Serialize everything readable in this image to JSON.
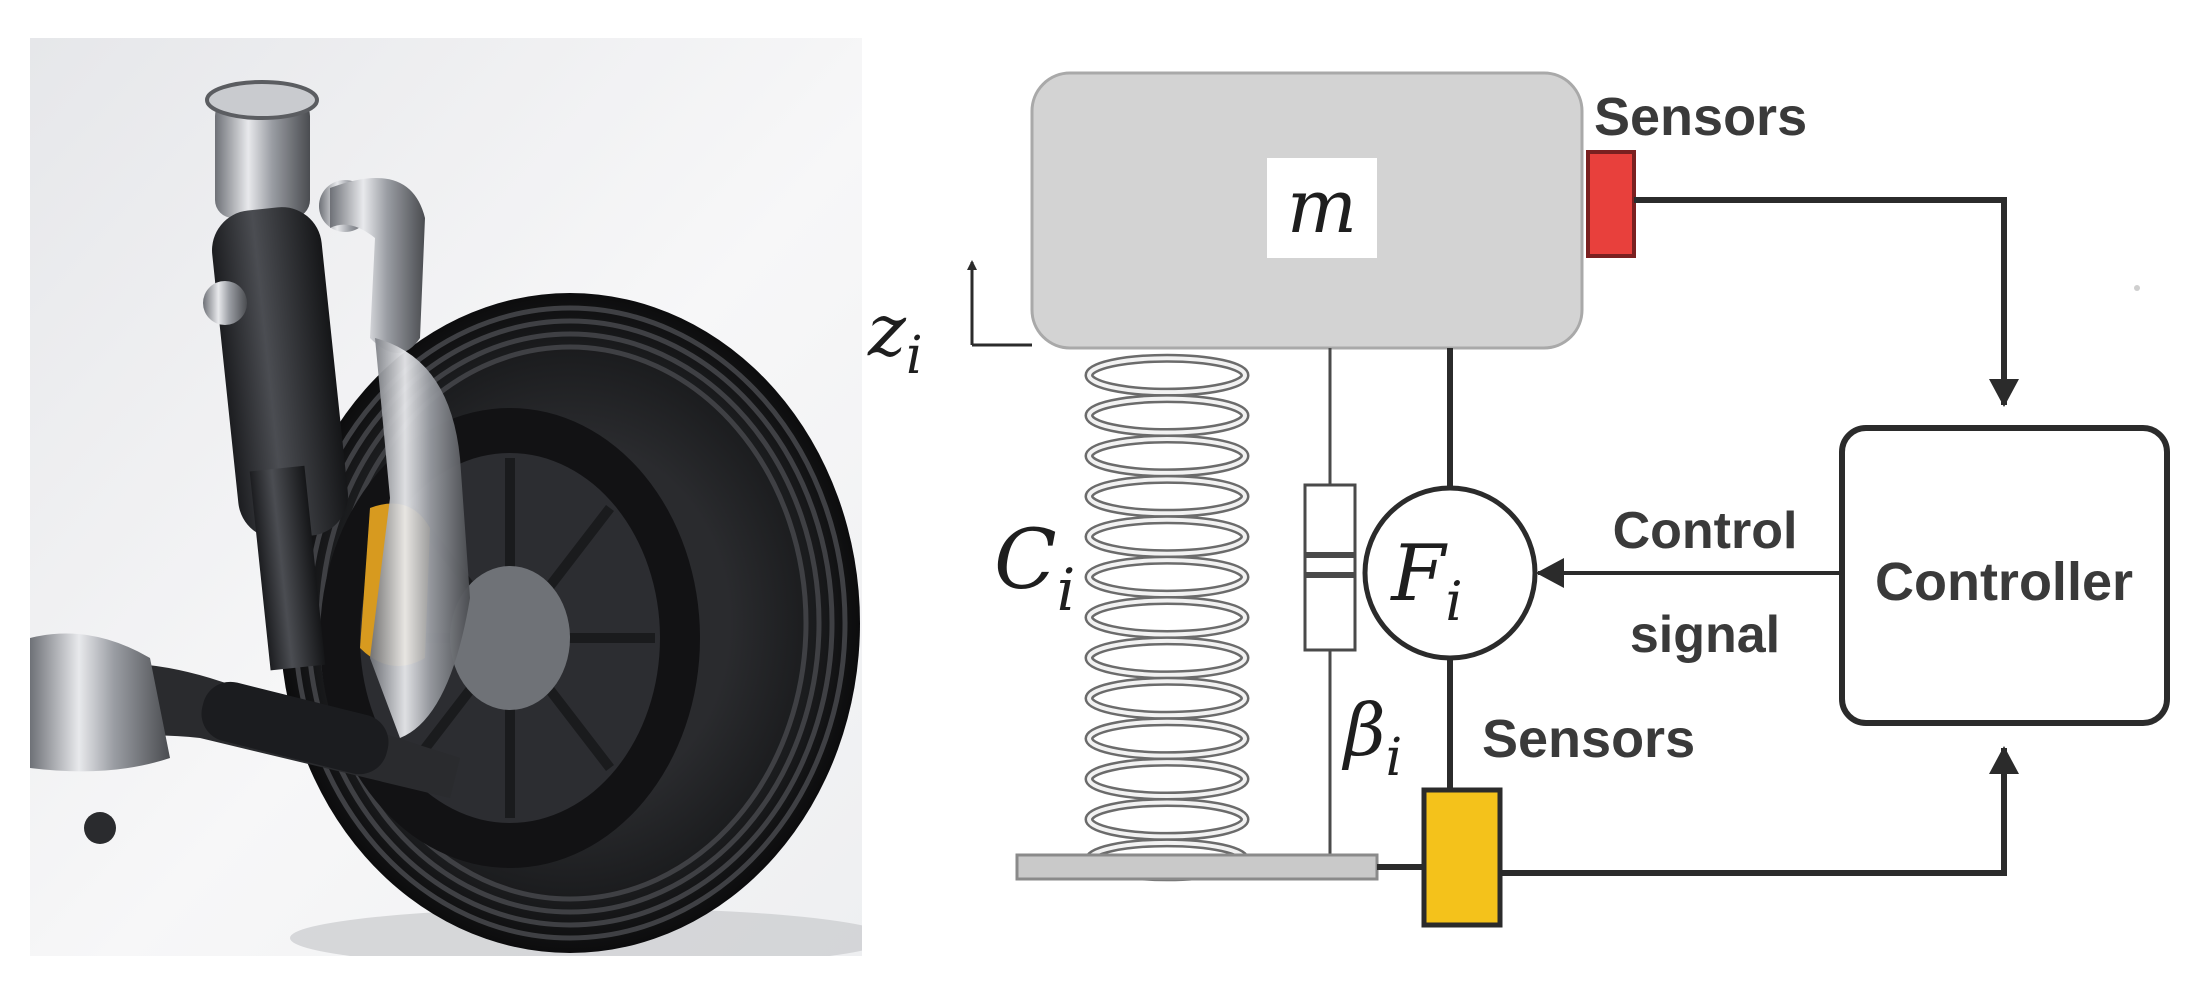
{
  "photo": {
    "caption": ""
  },
  "diagram": {
    "mass_label": "m",
    "sensors_top_label": "Sensors",
    "sensors_bottom_label": "Sensors",
    "displacement_label": {
      "base": "z",
      "sub": "i"
    },
    "spring_label": {
      "base": "C",
      "sub": "i"
    },
    "damper_label": {
      "base": "β",
      "sub": "i"
    },
    "actuator_label": {
      "base": "F",
      "sub": "i"
    },
    "control_signal_line1": "Control",
    "control_signal_line2": "signal",
    "controller_label": "Controller",
    "colors": {
      "mass_fill": "#d3d3d3",
      "top_sensor": "#e8403c",
      "bottom_sensor": "#f4c21b",
      "line": "#2b2b2b"
    }
  }
}
